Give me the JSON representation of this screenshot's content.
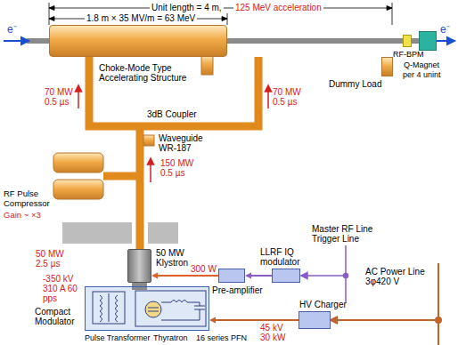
{
  "diagram": {
    "nodes": [
      {
        "text": [
          "Choke-Mode Type Accelerating Structure"
        ]
      },
      {
        "text": [
          "Dummy Load"
        ]
      },
      {
        "text": [
          "RF-BPM"
        ]
      },
      {
        "text": [
          "Q-Magnet"
        ]
      },
      {
        "text": [
          "RF Pulse Compressor",
          "Gain ~ ×3"
        ]
      },
      {
        "text": [
          "50 MW Klystron"
        ]
      },
      {
        "text": [
          "LLRF IQ modulator"
        ]
      },
      {
        "text": [
          "Pre-amplifier"
        ]
      },
      {
        "text": [
          "Compact Modulator"
        ]
      },
      {
        "text": [
          "HV Charger"
        ]
      }
    ],
    "edges": [
      {
        "from": 6,
        "to": 7,
        "arrow": "to"
      },
      {
        "from": 7,
        "to": 5,
        "arrow": "to"
      },
      {
        "from": 9,
        "to": 8,
        "arrow": "to"
      }
    ],
    "labels": [
      "Unit length = 4 m,",
      "125 MeV acceleration",
      "1.8 m × 35 MV/m = 63 MeV",
      "e⁻",
      "e⁻",
      "70 MW 0.5 µs",
      "70 MW 0.5 µs",
      "3dB Coupler",
      "Waveguide WR-187",
      "150 MW 0.5 µs",
      "50 MW 2.5 µs",
      "-350 kV 310 A 60 pps",
      "Pulse Transformer",
      "Thyratron",
      "16 series PFN",
      "300 W",
      "Master RF Line Trigger Line",
      "AC Power Line 3φ420 V",
      "45 kV 30 kW",
      "per 4 unint"
    ]
  }
}
